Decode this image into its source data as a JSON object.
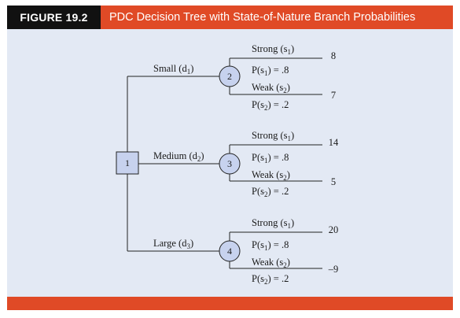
{
  "figure": {
    "label": "FIGURE 19.2",
    "title": "PDC Decision Tree with State-of-Nature Branch Probabilities"
  },
  "colors": {
    "header": "#e04a26",
    "label_bg": "#111111",
    "panel_bg": "#e3e9f4",
    "chance_node_fill": "#c7d2ee",
    "decision_node_fill": "#c7d2ee"
  },
  "tree": {
    "decision_node": "1",
    "branches": [
      {
        "decision": "Small (d",
        "decision_sub": "1",
        "chance_node": "2",
        "outcomes": [
          {
            "state": "Strong (s",
            "state_sub": "1",
            "prob": "P(s",
            "prob_sub": "1",
            "prob_val": ") = .8",
            "payoff": "8"
          },
          {
            "state": "Weak (s",
            "state_sub": "2",
            "prob": "P(s",
            "prob_sub": "2",
            "prob_val": ") = .2",
            "payoff": "7"
          }
        ]
      },
      {
        "decision": "Medium (d",
        "decision_sub": "2",
        "chance_node": "3",
        "outcomes": [
          {
            "state": "Strong (s",
            "state_sub": "1",
            "prob": "P(s",
            "prob_sub": "1",
            "prob_val": ") = .8",
            "payoff": "14"
          },
          {
            "state": "Weak (s",
            "state_sub": "2",
            "prob": "P(s",
            "prob_sub": "2",
            "prob_val": ") = .2",
            "payoff": "5"
          }
        ]
      },
      {
        "decision": "Large (d",
        "decision_sub": "3",
        "chance_node": "4",
        "outcomes": [
          {
            "state": "Strong (s",
            "state_sub": "1",
            "prob": "P(s",
            "prob_sub": "1",
            "prob_val": ") = .8",
            "payoff": "20"
          },
          {
            "state": "Weak (s",
            "state_sub": "2",
            "prob": "P(s",
            "prob_sub": "2",
            "prob_val": ") = .2",
            "payoff": "–9"
          }
        ]
      }
    ]
  }
}
